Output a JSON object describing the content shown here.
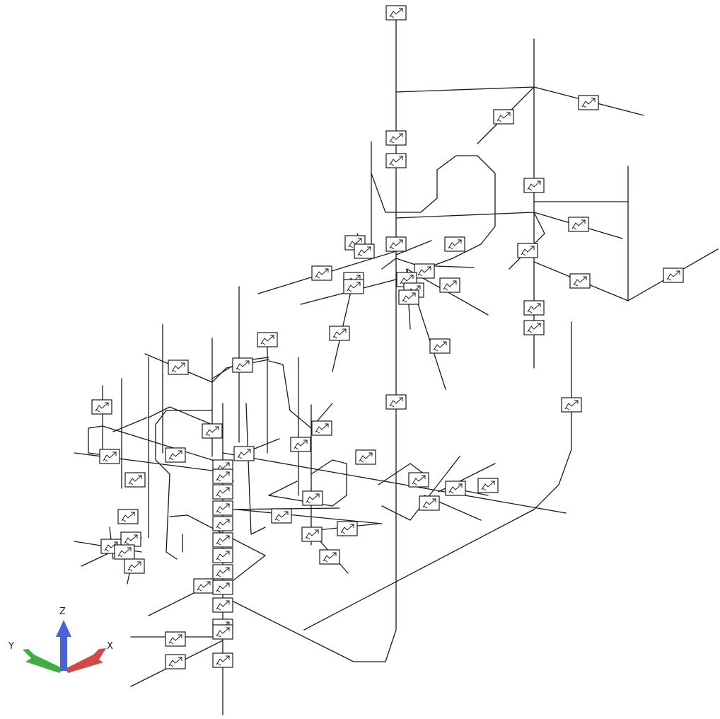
{
  "axis_triad": {
    "z_label": "Z",
    "y_label": "Y",
    "x_label": "X",
    "z_color": "#4a63d8",
    "y_color": "#3fae3f",
    "x_color": "#d14a4a"
  },
  "colors": {
    "background": "#ffffff",
    "line": "#1a1a1a"
  },
  "icons": {
    "fitting_symbol": "valve-fitting-icon"
  }
}
